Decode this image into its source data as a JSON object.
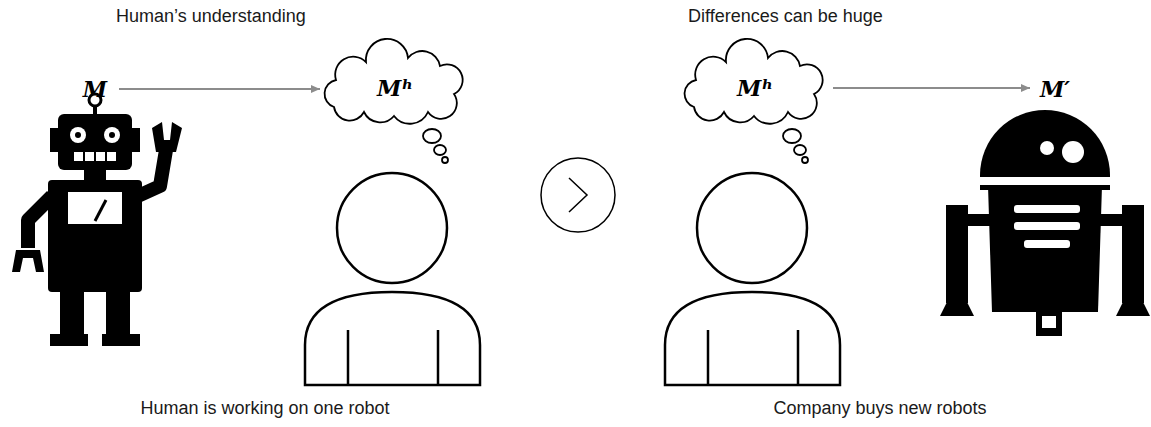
{
  "diagram": {
    "nodes": [
      {
        "text": [
          "M"
        ]
      },
      {
        "text": [
          "Mʰ"
        ]
      },
      {
        "text": [
          "Mʰ"
        ]
      },
      {
        "text": [
          "M′"
        ]
      }
    ],
    "edges": [
      {
        "from": 0,
        "to": 1,
        "arrow": "to"
      },
      {
        "from": 2,
        "to": 3,
        "arrow": "to"
      }
    ],
    "labels": [
      "Human’s understanding",
      "Differences can be huge",
      "Human is working on one robot",
      "Company buys new robots"
    ]
  }
}
